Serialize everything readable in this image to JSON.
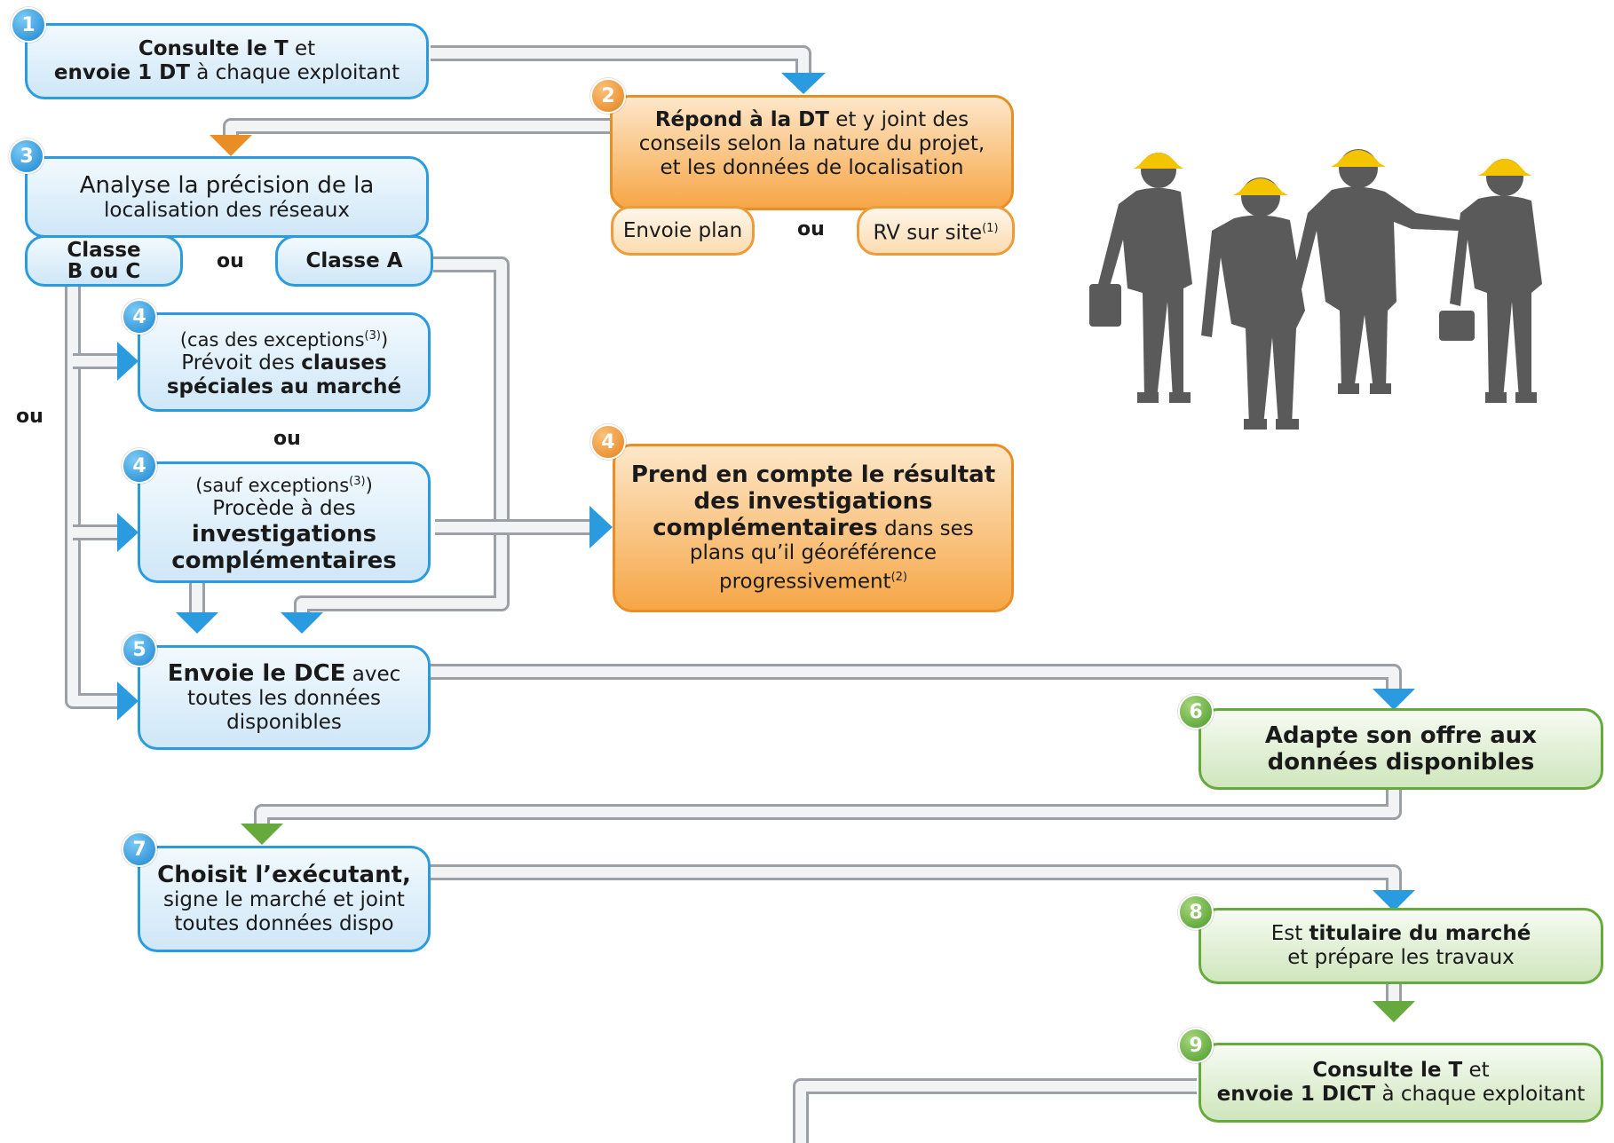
{
  "ou_label": "ou",
  "steps": {
    "s1": {
      "num": "1",
      "l1": "Consulte le T",
      "l1b": " et",
      "l2": "envoie 1 DT",
      "l2b": " à chaque exploitant"
    },
    "s2": {
      "num": "2",
      "l1": "Répond à la DT",
      "l1b": " et y joint des",
      "l2": "conseils selon la nature du projet,",
      "l3": "et les données de localisation",
      "opt1": "Envoie plan",
      "opt2": "RV sur site",
      "opt2_sup": "(1)"
    },
    "s3": {
      "num": "3",
      "l1": "Analyse la précision de la",
      "l2": "localisation des réseaux",
      "classe_bc_1": "Classe",
      "classe_bc_2": "B ou C",
      "classe_a": "Classe A"
    },
    "s4a": {
      "num": "4",
      "l1": "(cas des exceptions",
      "l1_sup": "(3)",
      "l1_end": ")",
      "l2a": "Prévoit des ",
      "l2b": "clauses",
      "l3": "spéciales au marché"
    },
    "s4b": {
      "num": "4",
      "l1": "(sauf exceptions",
      "l1_sup": "(3)",
      "l1_end": ")",
      "l2": "Procède à des",
      "l3": "investigations",
      "l4": "complémentaires"
    },
    "s4c": {
      "num": "4",
      "l1": "Prend en compte le résultat",
      "l2": "des investigations",
      "l3a": "complémentaires",
      "l3b": " dans ses",
      "l4": "plans qu’il géoréférence",
      "l5": "progressivement",
      "l5_sup": "(2)"
    },
    "s5": {
      "num": "5",
      "l1a": "Envoie le DCE",
      "l1b": " avec",
      "l2": "toutes  les données",
      "l3": "disponibles"
    },
    "s6": {
      "num": "6",
      "l1": "Adapte son offre aux",
      "l2": "données disponibles"
    },
    "s7": {
      "num": "7",
      "l1": "Choisit l’exécutant,",
      "l2": "signe le marché et joint",
      "l3": "toutes données dispo"
    },
    "s8": {
      "num": "8",
      "l1a": "Est ",
      "l1b": "titulaire du marché",
      "l2": "et prépare les travaux"
    },
    "s9": {
      "num": "9",
      "l1a": "Consulte le T",
      "l1b": " et",
      "l2a": "envoie 1 DICT",
      "l2b": " à chaque exploitant"
    }
  },
  "colors": {
    "blue": "#2b9be0",
    "orange": "#e98d25",
    "green": "#66a93d",
    "silhouette": "#5a5a5a",
    "helmet": "#f5c400"
  }
}
